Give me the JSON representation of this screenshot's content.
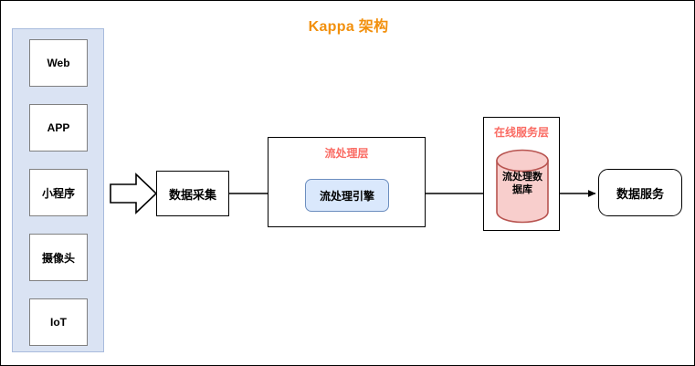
{
  "title": "Kappa 架构",
  "colors": {
    "title": "#f2900d",
    "source_panel_fill": "#dae3f3",
    "source_panel_border": "#a8bbdd",
    "layer_title": "#fa6b63",
    "engine_fill": "#dae8fc",
    "engine_border": "#6c8ebf",
    "database_fill": "#f8cecc",
    "database_border": "#b85450",
    "box_border": "#000000",
    "connector": "#000000"
  },
  "sources": {
    "panel_name": "data-sources-panel",
    "items": [
      {
        "label": "Web"
      },
      {
        "label": "APP"
      },
      {
        "label": "小程序"
      },
      {
        "label": "摄像头"
      },
      {
        "label": "IoT"
      }
    ]
  },
  "nodes": {
    "collect": {
      "label": "数据采集"
    },
    "service": {
      "label": "数据服务"
    }
  },
  "stream_layer": {
    "title": "流处理层",
    "engine": {
      "label": "流处理引擎"
    }
  },
  "online_layer": {
    "title": "在线服务层",
    "database": {
      "label": "流处理数\n据库"
    }
  },
  "connectors": [
    {
      "name": "sources-to-collect",
      "style": "block-arrow"
    },
    {
      "name": "collect-to-engine",
      "style": "line-arrow"
    },
    {
      "name": "engine-to-database",
      "style": "line-arrow"
    },
    {
      "name": "database-to-service",
      "style": "line-arrow"
    }
  ]
}
